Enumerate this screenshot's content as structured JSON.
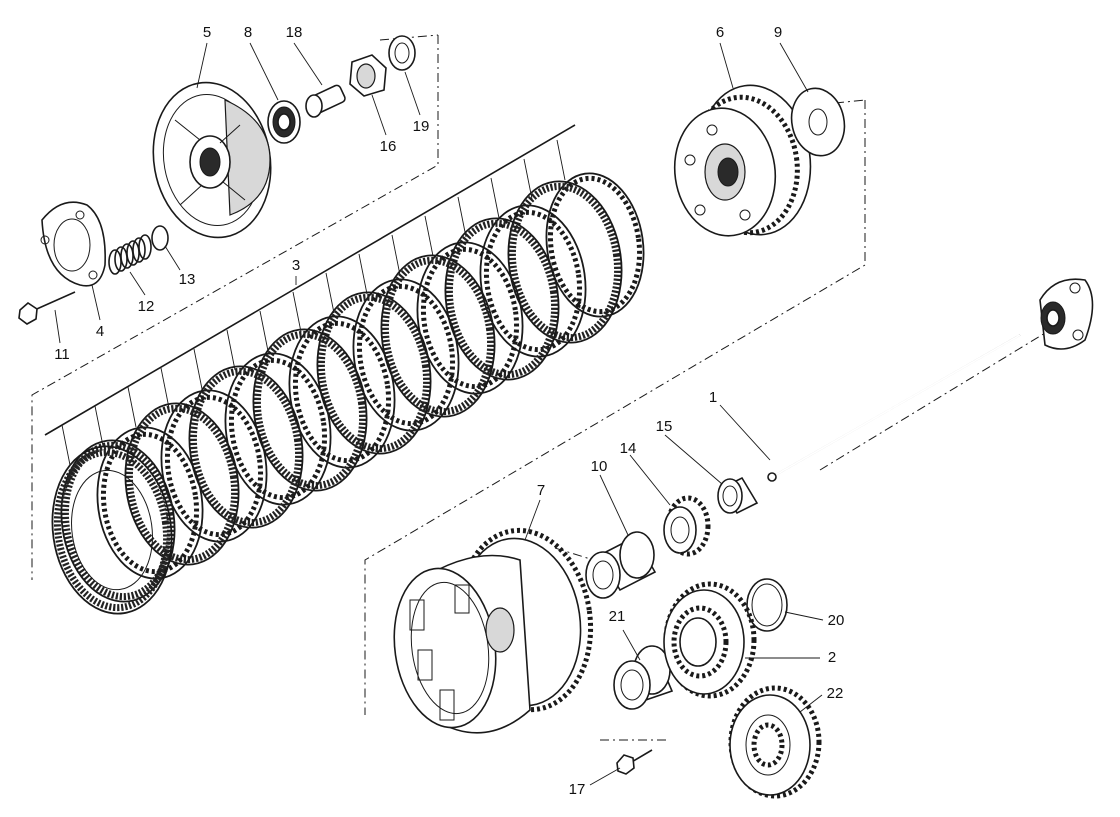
{
  "diagram": {
    "parts": {
      "p1": "1",
      "p2": "2",
      "p3": "3",
      "p4": "4",
      "p5": "5",
      "p6": "6",
      "p7": "7",
      "p8": "8",
      "p9": "9",
      "p10": "10",
      "p11": "11",
      "p12": "12",
      "p13": "13",
      "p14": "14",
      "p15": "15",
      "p16": "16",
      "p17": "17",
      "p18": "18",
      "p19": "19",
      "p20": "20",
      "p21": "21",
      "p22": "22"
    }
  }
}
